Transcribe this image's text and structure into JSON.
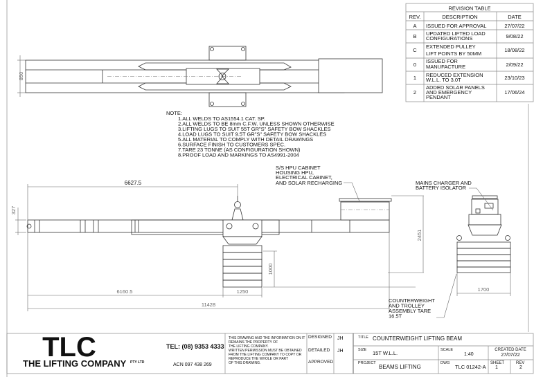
{
  "revision_table": {
    "title": "REVISION TABLE",
    "headers": [
      "REV.",
      "DESCRIPTION",
      "DATE"
    ],
    "rows": [
      {
        "rev": "A",
        "desc": [
          "ISSUED FOR APPROVAL"
        ],
        "date": "27/07/22"
      },
      {
        "rev": "B",
        "desc": [
          "UPDATED LIFTED LOAD",
          "CONFIGURATIONS"
        ],
        "date": "9/08/22"
      },
      {
        "rev": "C",
        "desc": [
          "EXTENDED PULLEY",
          "LIFT POINTS BY 50MM"
        ],
        "date": "18/08/22"
      },
      {
        "rev": "0",
        "desc": [
          "ISSUED FOR",
          "MANUFACTURE"
        ],
        "date": "2/09/22"
      },
      {
        "rev": "1",
        "desc": [
          "REDUCED EXTENSION",
          "W.L.L. TO 3.0T"
        ],
        "date": "23/10/23"
      },
      {
        "rev": "2",
        "desc": [
          "ADDED SOLAR PANELS",
          "AND EMERGENCY",
          "PENDANT"
        ],
        "date": "17/06/24"
      }
    ]
  },
  "notes": {
    "heading": "NOTE:",
    "items": [
      "1.ALL WELDS TO AS1554.1 CAT. SP.",
      "2.ALL WELDS TO BE 8mm C.F.W. UNLESS SHOWN OTHERWISE",
      "3.LIFTING LUGS TO SUIT 55T GR\"S\" SAFETY BOW SHACKLES",
      "4.LOAD LUGS TO SUIT 9.5T GR\"S\" SAFETY BOW SHACKLES",
      "5.ALL MATERIAL TO COMPLY WITH DETAIL DRAWINGS",
      "6.SURFACE FINISH TO CUSTOMERS SPEC.",
      "7.TARE 23 TONNE (AS CONFIGURATION SHOWN)",
      "8.PROOF LOAD AND MARKINGS TO AS4991-2004"
    ]
  },
  "dimensions": {
    "top_width": "850",
    "lug_span": "6627.5",
    "beam_depth": "327",
    "to_trolley": "6160.5",
    "trolley_width": "1250",
    "overall_length": "11428",
    "weight_height": "1000",
    "overall_height": "2451",
    "end_width": "1700"
  },
  "callouts": {
    "hpu": [
      "S/S HPU CABINET",
      "HOUSING HPU,",
      "ELECTRICAL CABINET,",
      "AND SOLAR RECHARGING"
    ],
    "charger": [
      "MAINS CHARGER AND",
      "BATTERY ISOLATOR"
    ],
    "counterweight": [
      "COUNTERWEIGHT",
      "AND TROLLEY",
      "ASSEMBLY TARE",
      "16.5T"
    ]
  },
  "title_block": {
    "logo": "TLC",
    "company": "THE LIFTING COMPANY",
    "company_suffix": "PTY LTD",
    "tel": "TEL: (08) 9353 4333",
    "acn": "ACN 097 438 269",
    "disclaimer": [
      "THIS DRAWING AND THE INFORMATION ON IT",
      "REMAINS THE PROPERTY OF",
      "THE LIFTING COMPANY.",
      "WRITTEN PERMISSION MUST BE OBTAINED",
      "FROM THE LIFTING COMPANY TO COPY OR",
      "REPRODUCE THE WHOLE OR PART",
      "OF THIS DRAWING."
    ],
    "designed_label": "DESIGNED",
    "designed": "JH",
    "detailed_label": "DETAILED",
    "detailed": "JH",
    "approved_label": "APPROVED",
    "title_label": "TITLE",
    "title": "COUNTERWEIGHT LIFTING BEAM",
    "size_label": "SIZE",
    "size": "15T W.L.L.",
    "scale_label": "SCALE",
    "scale": "1:40",
    "created_label": "CREATED DATE",
    "created": "27/07/22",
    "project_label": "PROJECT",
    "project": "BEAMS LIFTING",
    "dwg_label": "DWG",
    "dwg": "TLC 01242-A",
    "sheet_label": "SHEET",
    "sheet": "1",
    "rev_label": "REV",
    "rev": "2"
  }
}
